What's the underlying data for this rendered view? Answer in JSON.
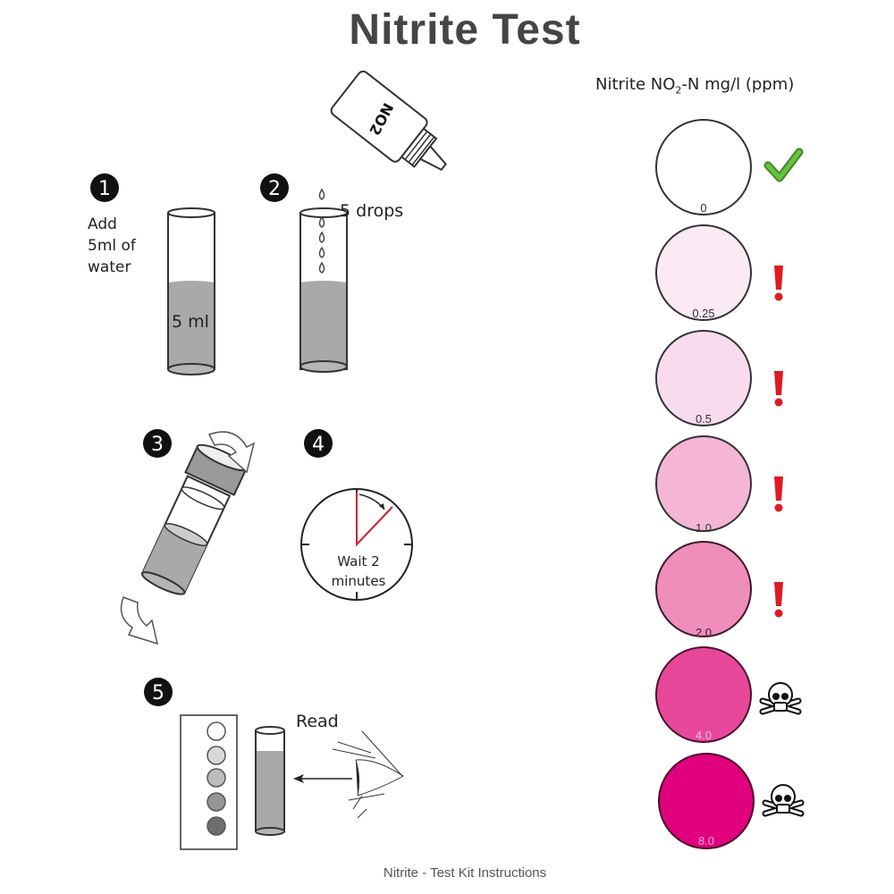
{
  "title": "Nitrite  Test",
  "scale": {
    "header_prefix": "Nitrite NO",
    "header_sub": "2",
    "header_suffix": "-N mg/l (ppm)",
    "levels": [
      {
        "value": "0",
        "color": "#ffffff",
        "label_color": "#333333",
        "status": "safe",
        "status_icon": "check-icon"
      },
      {
        "value": "0.25",
        "color": "#fbe9f3",
        "label_color": "#333333",
        "status": "warning",
        "status_icon": "exclamation-icon"
      },
      {
        "value": "0.5",
        "color": "#f8dced",
        "label_color": "#333333",
        "status": "warning",
        "status_icon": "exclamation-icon"
      },
      {
        "value": "1.0",
        "color": "#f4b6d4",
        "label_color": "#333333",
        "status": "warning",
        "status_icon": "exclamation-icon"
      },
      {
        "value": "2.0",
        "color": "#ef8dbb",
        "label_color": "#3a2030",
        "status": "warning",
        "status_icon": "exclamation-icon"
      },
      {
        "value": "4.0",
        "color": "#e8489a",
        "label_color": "#f7c4de",
        "status": "toxic",
        "status_icon": "skull-crossbones-icon"
      },
      {
        "value": "8.0",
        "color": "#e0007e",
        "label_color": "#f7a8d2",
        "status": "toxic",
        "status_icon": "skull-crossbones-icon"
      }
    ],
    "status_colors": {
      "safe": "#5aa832",
      "warning": "#e01a22",
      "toxic": "#111111"
    }
  },
  "steps": [
    {
      "number": "1",
      "lines": [
        "Add",
        "5ml of",
        "water"
      ],
      "tube_label": "5 ml"
    },
    {
      "number": "2",
      "label": "5 drops",
      "bottle_label": "NO2"
    },
    {
      "number": "3"
    },
    {
      "number": "4",
      "lines": [
        "Wait 2",
        "minutes"
      ]
    },
    {
      "number": "5",
      "label": "Read"
    }
  ],
  "caption": "Nitrite - Test Kit Instructions"
}
